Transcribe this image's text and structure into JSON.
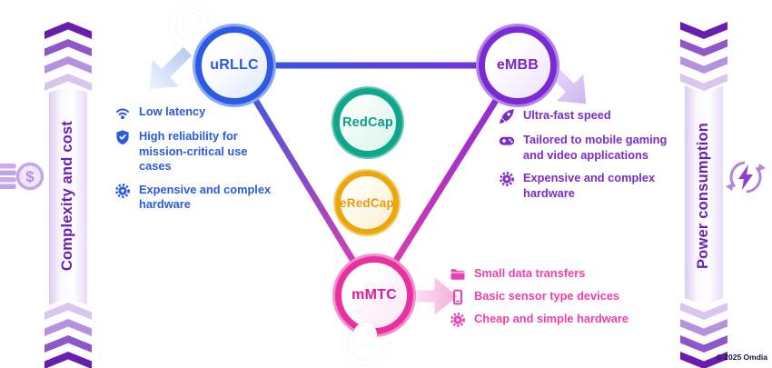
{
  "nodes": {
    "urllc": {
      "label": "uRLLC",
      "color": "#2d5ae3"
    },
    "embb": {
      "label": "eMBB",
      "color": "#7b2ad2"
    },
    "mmtc": {
      "label": "mMTC",
      "color": "#e8309f"
    },
    "redcap": {
      "label": "RedCap",
      "color": "#0ea78c"
    },
    "eredcap": {
      "label": "eRedCap",
      "color": "#eca70f"
    }
  },
  "axes": {
    "left": {
      "label": "Complexity and cost",
      "direction": "up",
      "color": "#6d1fb5"
    },
    "right": {
      "label": "Power consumption",
      "direction": "down",
      "color": "#6d1fb5"
    }
  },
  "lists": {
    "urllc": {
      "color": "#2c5ae2",
      "items": [
        {
          "icon": "wifi-icon",
          "text": "Low latency"
        },
        {
          "icon": "shield-icon",
          "text": "High reliability for\nmission-critical use cases"
        },
        {
          "icon": "chip-icon",
          "text": "Expensive and complex\nhardware"
        }
      ]
    },
    "embb": {
      "color": "#7b2cc6",
      "items": [
        {
          "icon": "rocket-icon",
          "text": "Ultra-fast speed"
        },
        {
          "icon": "gamepad-icon",
          "text": "Tailored to mobile gaming\nand video applications"
        },
        {
          "icon": "chip-icon",
          "text": "Expensive and complex\nhardware"
        }
      ]
    },
    "mmtc": {
      "color": "#ee3fae",
      "items": [
        {
          "icon": "folder-icon",
          "text": "Small data transfers"
        },
        {
          "icon": "sensor-device-icon",
          "text": "Basic sensor type devices"
        },
        {
          "icon": "chip-icon",
          "text": "Cheap and simple hardware"
        }
      ]
    }
  },
  "icons": {
    "coins_symbol": "$"
  },
  "footer": {
    "copyright": "© 2025 Omdia"
  }
}
